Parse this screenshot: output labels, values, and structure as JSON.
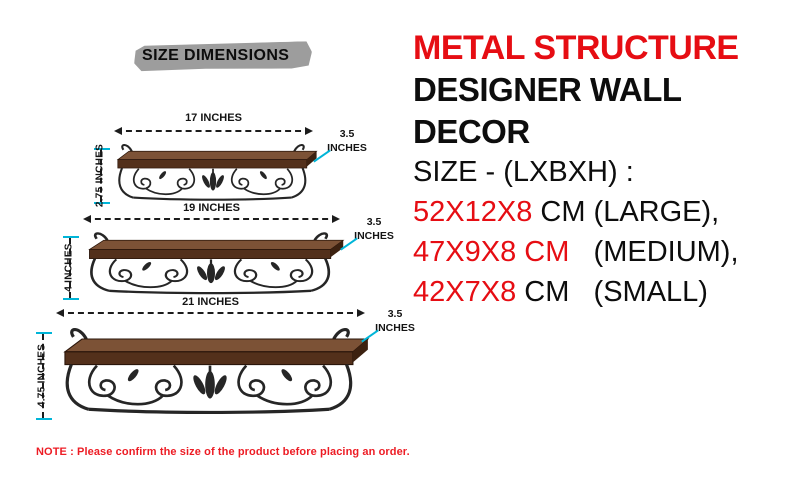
{
  "title": {
    "text": "SIZE DIMENSIONS"
  },
  "right_panel": {
    "heading1": "METAL STRUCTURE",
    "heading2_line1": "DESIGNER WALL",
    "heading2_line2": "DECOR",
    "size_label": "SIZE - (LXBXH) :",
    "sizes": [
      {
        "red": "52X12X8",
        "black": " CM (LARGE),"
      },
      {
        "red": "47X9X8 CM",
        "black": "   (MEDIUM),"
      },
      {
        "red": "42X7X8",
        "black": " CM   (SMALL)"
      }
    ]
  },
  "shelves": [
    {
      "name": "small",
      "width_label": "17 INCHES",
      "height_label": "2.75 INCHES",
      "depth_value": "3.5",
      "depth_unit": "INCHES"
    },
    {
      "name": "medium",
      "width_label": "19 INCHES",
      "height_label": "4 INCHES",
      "depth_value": "3.5",
      "depth_unit": "INCHES"
    },
    {
      "name": "large",
      "width_label": "21 INCHES",
      "height_label": "4.75 INCHES",
      "depth_value": "3.5",
      "depth_unit": "INCHES"
    }
  ],
  "note": {
    "text": "NOTE : Please confirm the size of the product before placing an order."
  },
  "colors": {
    "accent_red": "#e60d13",
    "dimension_cyan": "#00b5d8",
    "wood_brown": "#7c5236",
    "wood_brown_dark": "#53301b",
    "metal_dark": "#262626",
    "brush_gray": "#9d9d9d"
  }
}
